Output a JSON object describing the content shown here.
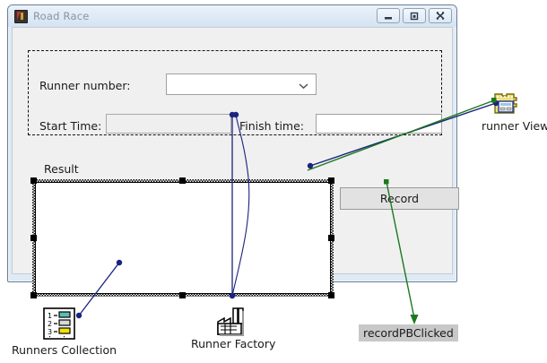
{
  "window": {
    "title": "Road Race",
    "icon": "app-icon",
    "controls": [
      {
        "name": "minimize",
        "glyph": "minimize-icon"
      },
      {
        "name": "maximize",
        "glyph": "maximize-icon"
      },
      {
        "name": "close",
        "glyph": "close-icon"
      }
    ]
  },
  "form": {
    "runner_number_label": "Runner number:",
    "runner_number_value": "",
    "runner_number_placeholder": "",
    "start_time_label": "Start Time:",
    "start_time_value": "",
    "finish_time_label": "Finish time:",
    "finish_time_value": "",
    "result_label": "Result",
    "result_value": "",
    "record_button_label": "Record"
  },
  "diagram": {
    "nodes": [
      {
        "id": "runners-collection",
        "label": "Runners Collection",
        "icon": "list-collection-icon"
      },
      {
        "id": "runner-factory",
        "label": "Runner Factory",
        "icon": "factory-icon"
      },
      {
        "id": "runner-view",
        "label": "runner View",
        "icon": "folder-view-icon"
      },
      {
        "id": "record-pb-clicked",
        "label": "recordPBClicked",
        "icon": "tag"
      }
    ],
    "connector_colors": {
      "navy": "#1a237e",
      "green": "#1b7a1b"
    }
  },
  "colors": {
    "window_frame": "#6c7e91",
    "window_body": "#dfeaf5",
    "client_bg": "#f0f0f0",
    "title_text": "#8894a2",
    "button_face": "#e2e2e2",
    "tag_bg": "#c8c8c8",
    "accent_navy": "#1a237e",
    "accent_green": "#1b7a1b"
  }
}
